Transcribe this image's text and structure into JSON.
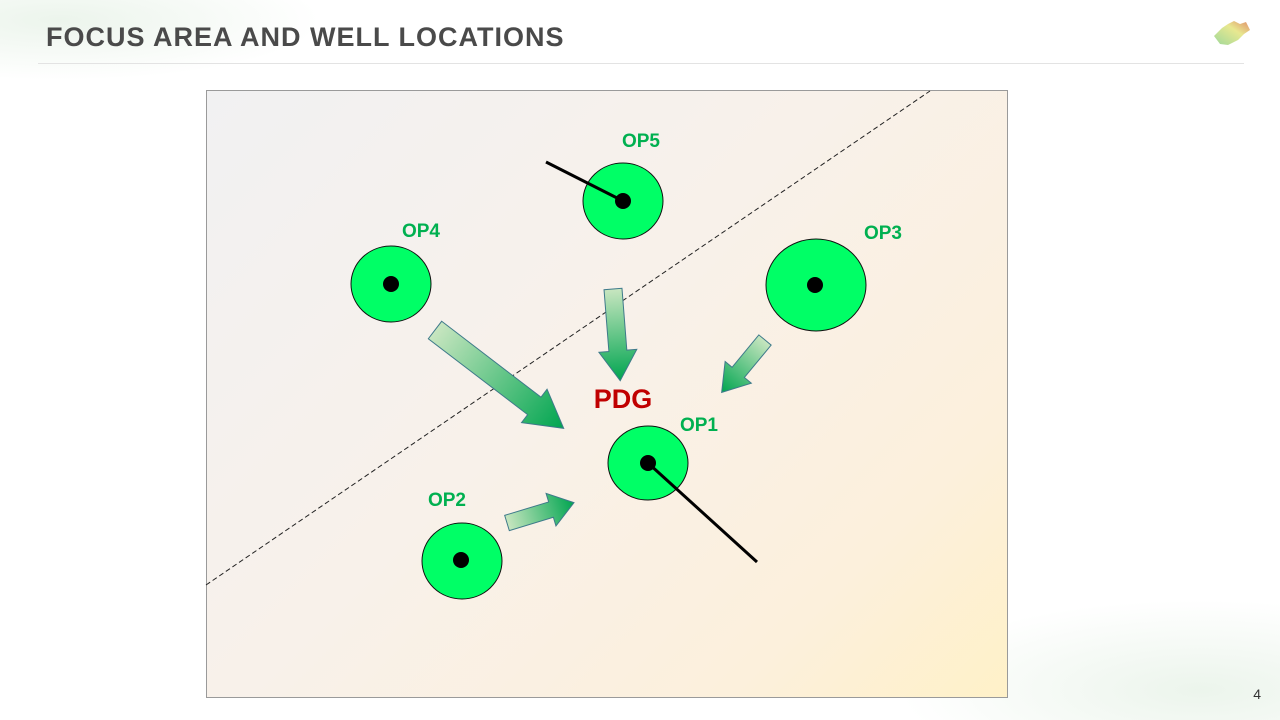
{
  "slide": {
    "title": "FOCUS AREA AND WELL LOCATIONS",
    "page_number": "4"
  },
  "diagram": {
    "center_label": "PDG",
    "wells": [
      {
        "id": "OP1",
        "label": "OP1",
        "has_trajectory": true
      },
      {
        "id": "OP2",
        "label": "OP2",
        "has_trajectory": false
      },
      {
        "id": "OP3",
        "label": "OP3",
        "has_trajectory": false
      },
      {
        "id": "OP4",
        "label": "OP4",
        "has_trajectory": false
      },
      {
        "id": "OP5",
        "label": "OP5",
        "has_trajectory": true
      }
    ],
    "colors": {
      "well_fill": "#00ff66",
      "label": "#00b050",
      "center_label": "#c00000",
      "arrow_dark": "#00a550",
      "arrow_light": "#c8e6c0"
    }
  }
}
